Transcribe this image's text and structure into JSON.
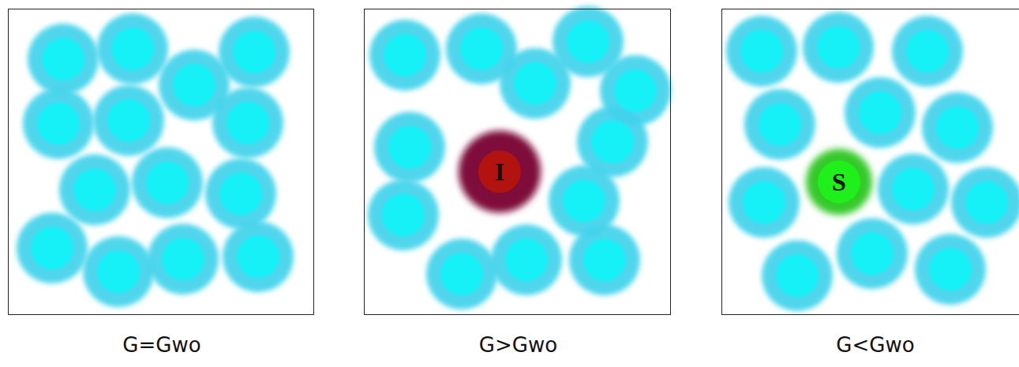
{
  "diagram": {
    "nodes": [
      {
        "text": [
          "G=Gwo"
        ]
      },
      {
        "text": [
          "G>Gwo"
        ]
      },
      {
        "text": [
          "I"
        ],
        "in": 1
      },
      {
        "text": [
          "G<Gwo"
        ]
      },
      {
        "text": [
          "S"
        ],
        "in": 3
      }
    ]
  }
}
